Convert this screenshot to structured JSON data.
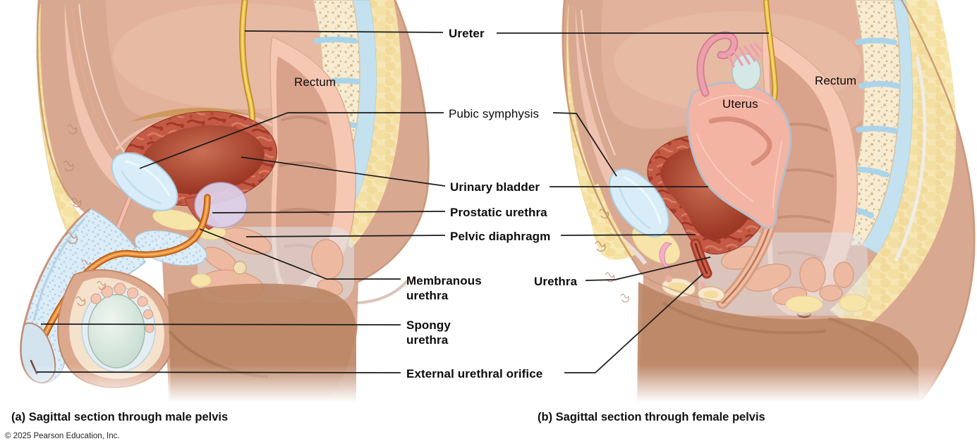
{
  "figure": {
    "panels": [
      {
        "id": "male",
        "caption": "(a) Sagittal section through male pelvis"
      },
      {
        "id": "female",
        "caption": "(b) Sagittal section through female pelvis"
      }
    ],
    "labels": {
      "ureter": "Ureter",
      "rectum_male": "Rectum",
      "rectum_female": "Rectum",
      "uterus": "Uterus",
      "pubic_symphysis": "Pubic symphysis",
      "urinary_bladder": "Urinary bladder",
      "prostatic_urethra": "Prostatic urethra",
      "pelvic_diaphragm": "Pelvic diaphragm",
      "membranous_urethra": "Membranous\nurethra",
      "urethra": "Urethra",
      "spongy_urethra": "Spongy\nurethra",
      "external_urethral_orifice": "External urethral orifice"
    },
    "copyright": "© 2025 Pearson Education, Inc.",
    "colors": {
      "skin": "#d9a891",
      "skin_shadow": "#ba8565",
      "interior_skin": "#e3b29c",
      "fat_yellow": "#f8e9b6",
      "bone_cream": "#f7ecd2",
      "disc_blue": "#aad4ea",
      "canal_blue": "#c4e1f0",
      "rectum_wall": "#f6c8b4",
      "rectum_inner": "#d9a28b",
      "bladder_wall": "#c45a45",
      "bladder_inner": "#a03c28",
      "prostate_lavender": "#ddd2ec",
      "urethra_orange": "#ea8c36",
      "ureter_yellow": "#edc452",
      "symphysis_blue": "#d8edf8",
      "penis_blue": "#dcedf8",
      "testis_green": "#d9eae0",
      "muscle_pink": "#edb9a0",
      "uterus_pink": "#f4b4a4",
      "ovary_teal": "#d5e8e6",
      "leader_line": "#1b1b1b"
    }
  }
}
